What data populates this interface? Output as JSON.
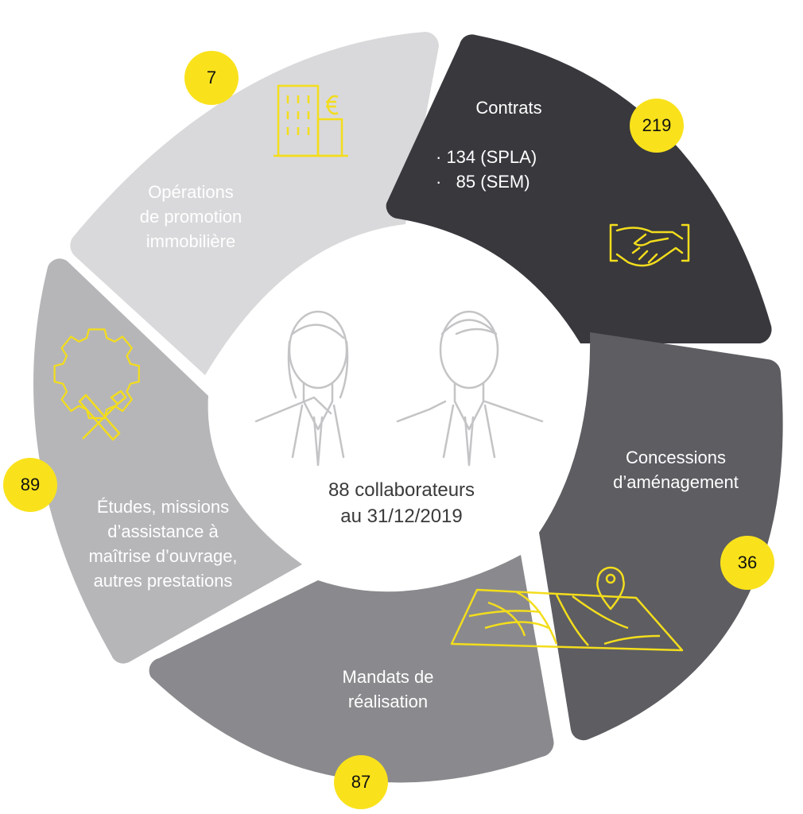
{
  "colors": {
    "accent": "#f9e21b",
    "contrats": "#38383d",
    "concessions": "#5d5d62",
    "mandats": "#8a8a8e",
    "etudes": "#b6b6b9",
    "operations": "#d9d9db"
  },
  "center": {
    "line1": "88 collaborateurs",
    "line2": "au 31/12/2019"
  },
  "segments": {
    "operations": {
      "line1": "Opérations",
      "line2": "de promotion",
      "line3": "immobilière",
      "count": "7",
      "icon": "building-euro-icon"
    },
    "contrats": {
      "title": "Contrats",
      "item1": "· 134 (SPLA)",
      "item2": "·   85 (SEM)",
      "count": "219",
      "icon": "handshake-icon"
    },
    "concessions": {
      "line1": "Concessions",
      "line2": "d’aménagement",
      "count": "36",
      "icon": "map-pin-icon"
    },
    "mandats": {
      "line1": "Mandats de",
      "line2": "réalisation",
      "count": "87"
    },
    "etudes": {
      "line1": "Études, missions",
      "line2": "d’assistance à",
      "line3": "maîtrise d’ouvrage,",
      "line4": "autres prestations",
      "count": "89",
      "icon": "gear-tools-icon"
    }
  }
}
